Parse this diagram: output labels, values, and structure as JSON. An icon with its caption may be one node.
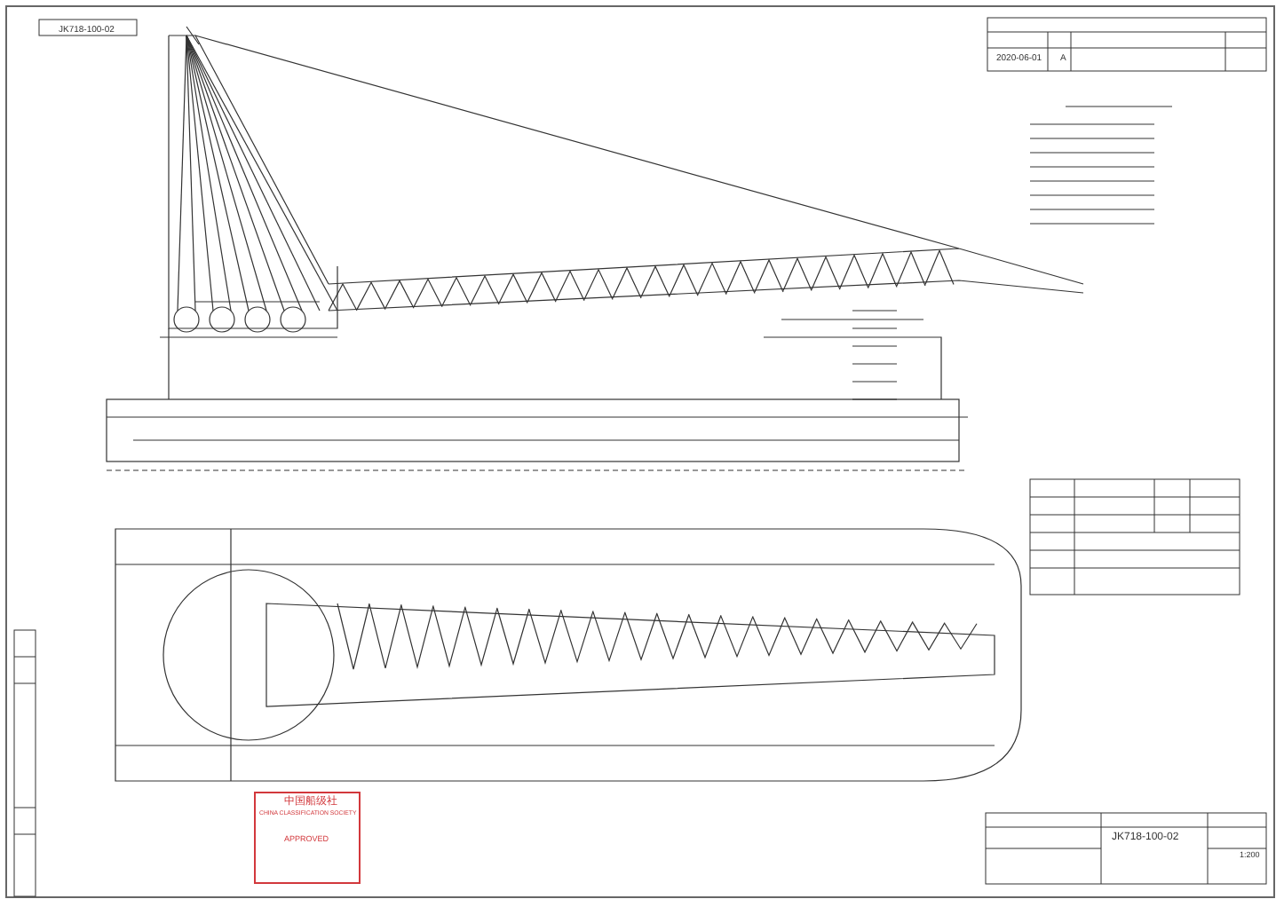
{
  "diagram": {
    "labels": [
      "JK718-100-02",
      "2020-06-01",
      "A",
      "中国船级社",
      "CHINA CLASSIFICATION SOCIETY",
      "APPROVED",
      "JK718-100-02",
      "1:200"
    ]
  }
}
